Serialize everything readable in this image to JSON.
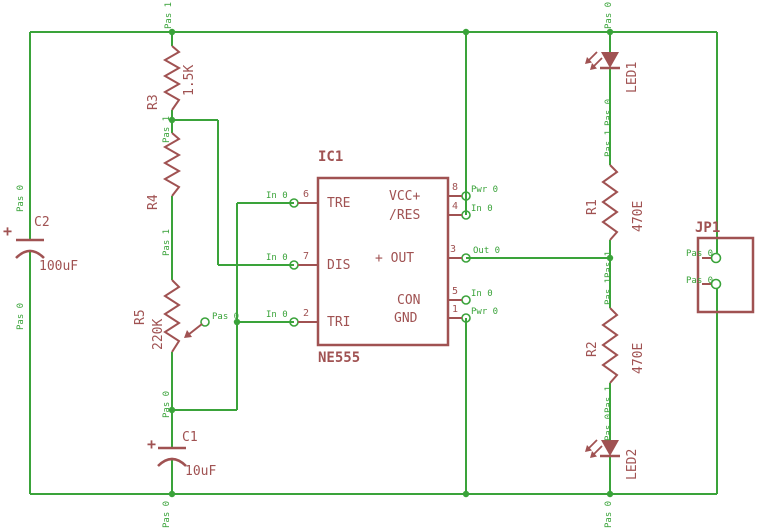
{
  "schematic": {
    "ic1": {
      "name": "IC1",
      "part": "NE555",
      "pin_names": {
        "tre": "TRE",
        "dis": "DIS",
        "tri": "TRI",
        "vcc": "VCC+",
        "res": "/RES",
        "out": "+ OUT",
        "con": "CON",
        "gnd": "GND"
      },
      "pin_numbers": {
        "p6": "6",
        "p7": "7",
        "p2": "2",
        "p8": "8",
        "p4": "4",
        "p3": "3",
        "p5": "5",
        "p1": "1"
      }
    },
    "r1": {
      "name": "R1",
      "value": "470E"
    },
    "r2": {
      "name": "R2",
      "value": "470E"
    },
    "r3": {
      "name": "R3",
      "value": "1.5K"
    },
    "r4": {
      "name": "R4"
    },
    "r5": {
      "name": "R5",
      "value": "220K"
    },
    "c1": {
      "name": "C1",
      "value": "10uF",
      "polarity": "+"
    },
    "c2": {
      "name": "C2",
      "value": "100uF",
      "polarity": "+"
    },
    "led1": {
      "name": "LED1"
    },
    "led2": {
      "name": "LED2"
    },
    "jp1": {
      "name": "JP1"
    }
  },
  "pin_info": {
    "pas0": "Pas 0",
    "pas1": "Pas 1",
    "in0": "In 0",
    "out0": "Out 0",
    "pwr0": "Pwr 0"
  },
  "colors": {
    "net": "#3aa33a",
    "symbol": "#a05252",
    "background": "#ffffff"
  }
}
